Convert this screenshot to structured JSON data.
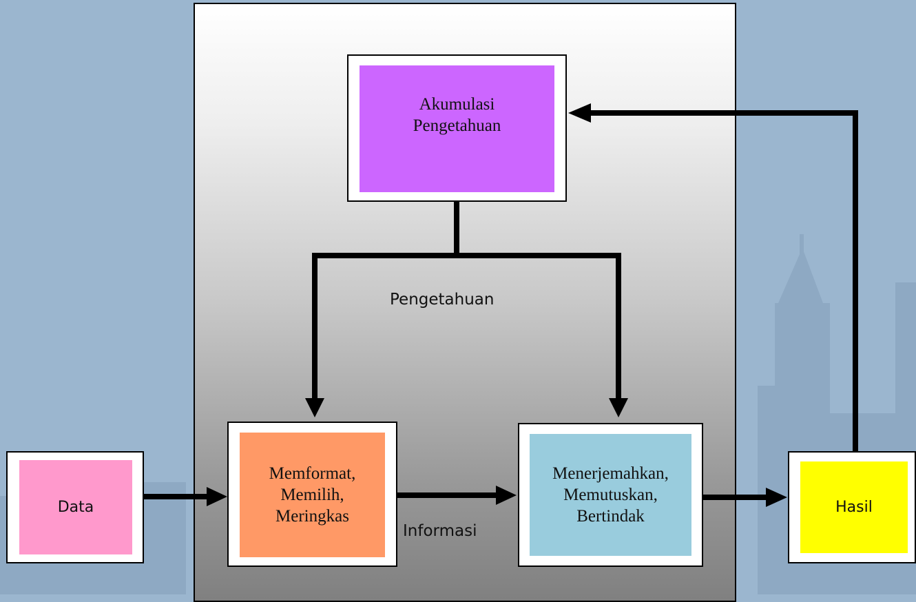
{
  "nodes": {
    "akumulasi": {
      "lines": [
        "Akumulasi",
        "Pengetahuan"
      ],
      "color": "#cc66ff"
    },
    "memformat": {
      "lines": [
        "Memformat,",
        "Memilih,",
        "Meringkas"
      ],
      "color": "#ff9966"
    },
    "menerjemahkan": {
      "lines": [
        "Menerjemahkan,",
        "Memutuskan,",
        "Bertindak"
      ],
      "color": "#99ccdd"
    },
    "data": {
      "label": "Data",
      "color": "#ff99cc"
    },
    "hasil": {
      "label": "Hasil",
      "color": "#ffff00"
    }
  },
  "edge_labels": {
    "pengetahuan": "Pengetahuan",
    "informasi": "Informasi"
  },
  "colors": {
    "background": "#9bb6cf",
    "skyline": "#8aa6c0",
    "arrow": "#000000"
  }
}
